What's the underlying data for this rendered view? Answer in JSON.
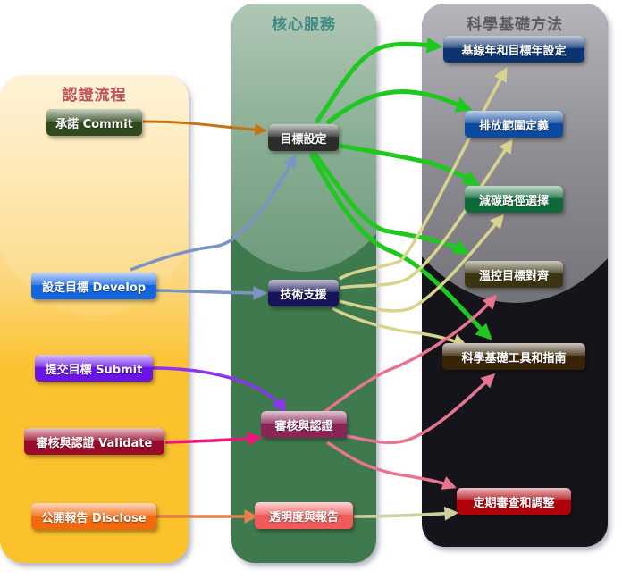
{
  "columns": {
    "left": {
      "title": "認證流程"
    },
    "middle": {
      "title": "核心服務"
    },
    "right": {
      "title": "科學基礎方法"
    }
  },
  "process": {
    "commit": {
      "label": "承諾 Commit",
      "color": "#2f4a1c"
    },
    "develop": {
      "label": "設定目標 Develop",
      "color": "#1565e0"
    },
    "submit": {
      "label": "提交目標 Submit",
      "color": "#6a14e8"
    },
    "validate": {
      "label": "審核與認證 Validate",
      "color": "#9a0a2a"
    },
    "disclose": {
      "label": "公開報告 Disclose",
      "color": "#f26a10"
    }
  },
  "services": {
    "target_setting": {
      "label": "目標設定",
      "color": "#2a2d2a"
    },
    "technical_support": {
      "label": "技術支援",
      "color": "#16145a"
    },
    "review_certification": {
      "label": "審核與認證",
      "color": "#8a2558"
    },
    "transparency_reporting": {
      "label": "透明度與報告",
      "color": "#f05a5a"
    }
  },
  "methods": {
    "baseline_target_year": {
      "label": "基線年和目標年設定",
      "color": "#0b3470"
    },
    "emission_scope": {
      "label": "排放範圍定義",
      "color": "#0c4aa0"
    },
    "pathway": {
      "label": "減碳路徑選擇",
      "color": "#0e6a3a"
    },
    "temperature_alignment": {
      "label": "溫控目標對齊",
      "color": "#3a3510"
    },
    "tools_guidance": {
      "label": "科學基礎工具和指南",
      "color": "#3a2408"
    },
    "periodic_review": {
      "label": "定期審查和調整",
      "color": "#b0000a"
    }
  },
  "connections": [
    {
      "from": "承諾 Commit",
      "to": "目標設定",
      "color": "#c47212"
    },
    {
      "from": "設定目標 Develop",
      "to": "目標設定",
      "color": "#7b94c4"
    },
    {
      "from": "設定目標 Develop",
      "to": "技術支援",
      "color": "#7b94c4"
    },
    {
      "from": "提交目標 Submit",
      "to": "審核與認證",
      "color": "#8b34f2"
    },
    {
      "from": "審核與認證 Validate",
      "to": "審核與認證",
      "color": "#f0157a"
    },
    {
      "from": "公開報告 Disclose",
      "to": "透明度與報告",
      "color": "#e2804a"
    },
    {
      "from": "目標設定",
      "to": "基線年和目標年設定",
      "color": "#1ec81e"
    },
    {
      "from": "目標設定",
      "to": "排放範圍定義",
      "color": "#1ec81e"
    },
    {
      "from": "目標設定",
      "to": "減碳路徑選擇",
      "color": "#1ec81e"
    },
    {
      "from": "目標設定",
      "to": "溫控目標對齊",
      "color": "#1ec81e"
    },
    {
      "from": "目標設定",
      "to": "科學基礎工具和指南",
      "color": "#1ec81e"
    },
    {
      "from": "技術支援",
      "to": "基線年和目標年設定",
      "color": "#d8d48e"
    },
    {
      "from": "技術支援",
      "to": "排放範圍定義",
      "color": "#d8d48e"
    },
    {
      "from": "技術支援",
      "to": "減碳路徑選擇",
      "color": "#d8d48e"
    },
    {
      "from": "技術支援",
      "to": "科學基礎工具和指南",
      "color": "#d8d48e"
    },
    {
      "from": "審核與認證",
      "to": "溫控目標對齊",
      "color": "#e87590"
    },
    {
      "from": "審核與認證",
      "to": "科學基礎工具和指南",
      "color": "#e87590"
    },
    {
      "from": "審核與認證",
      "to": "定期審查和調整",
      "color": "#e87590"
    },
    {
      "from": "透明度與報告",
      "to": "定期審查和調整",
      "color": "#cdd0a0"
    }
  ]
}
